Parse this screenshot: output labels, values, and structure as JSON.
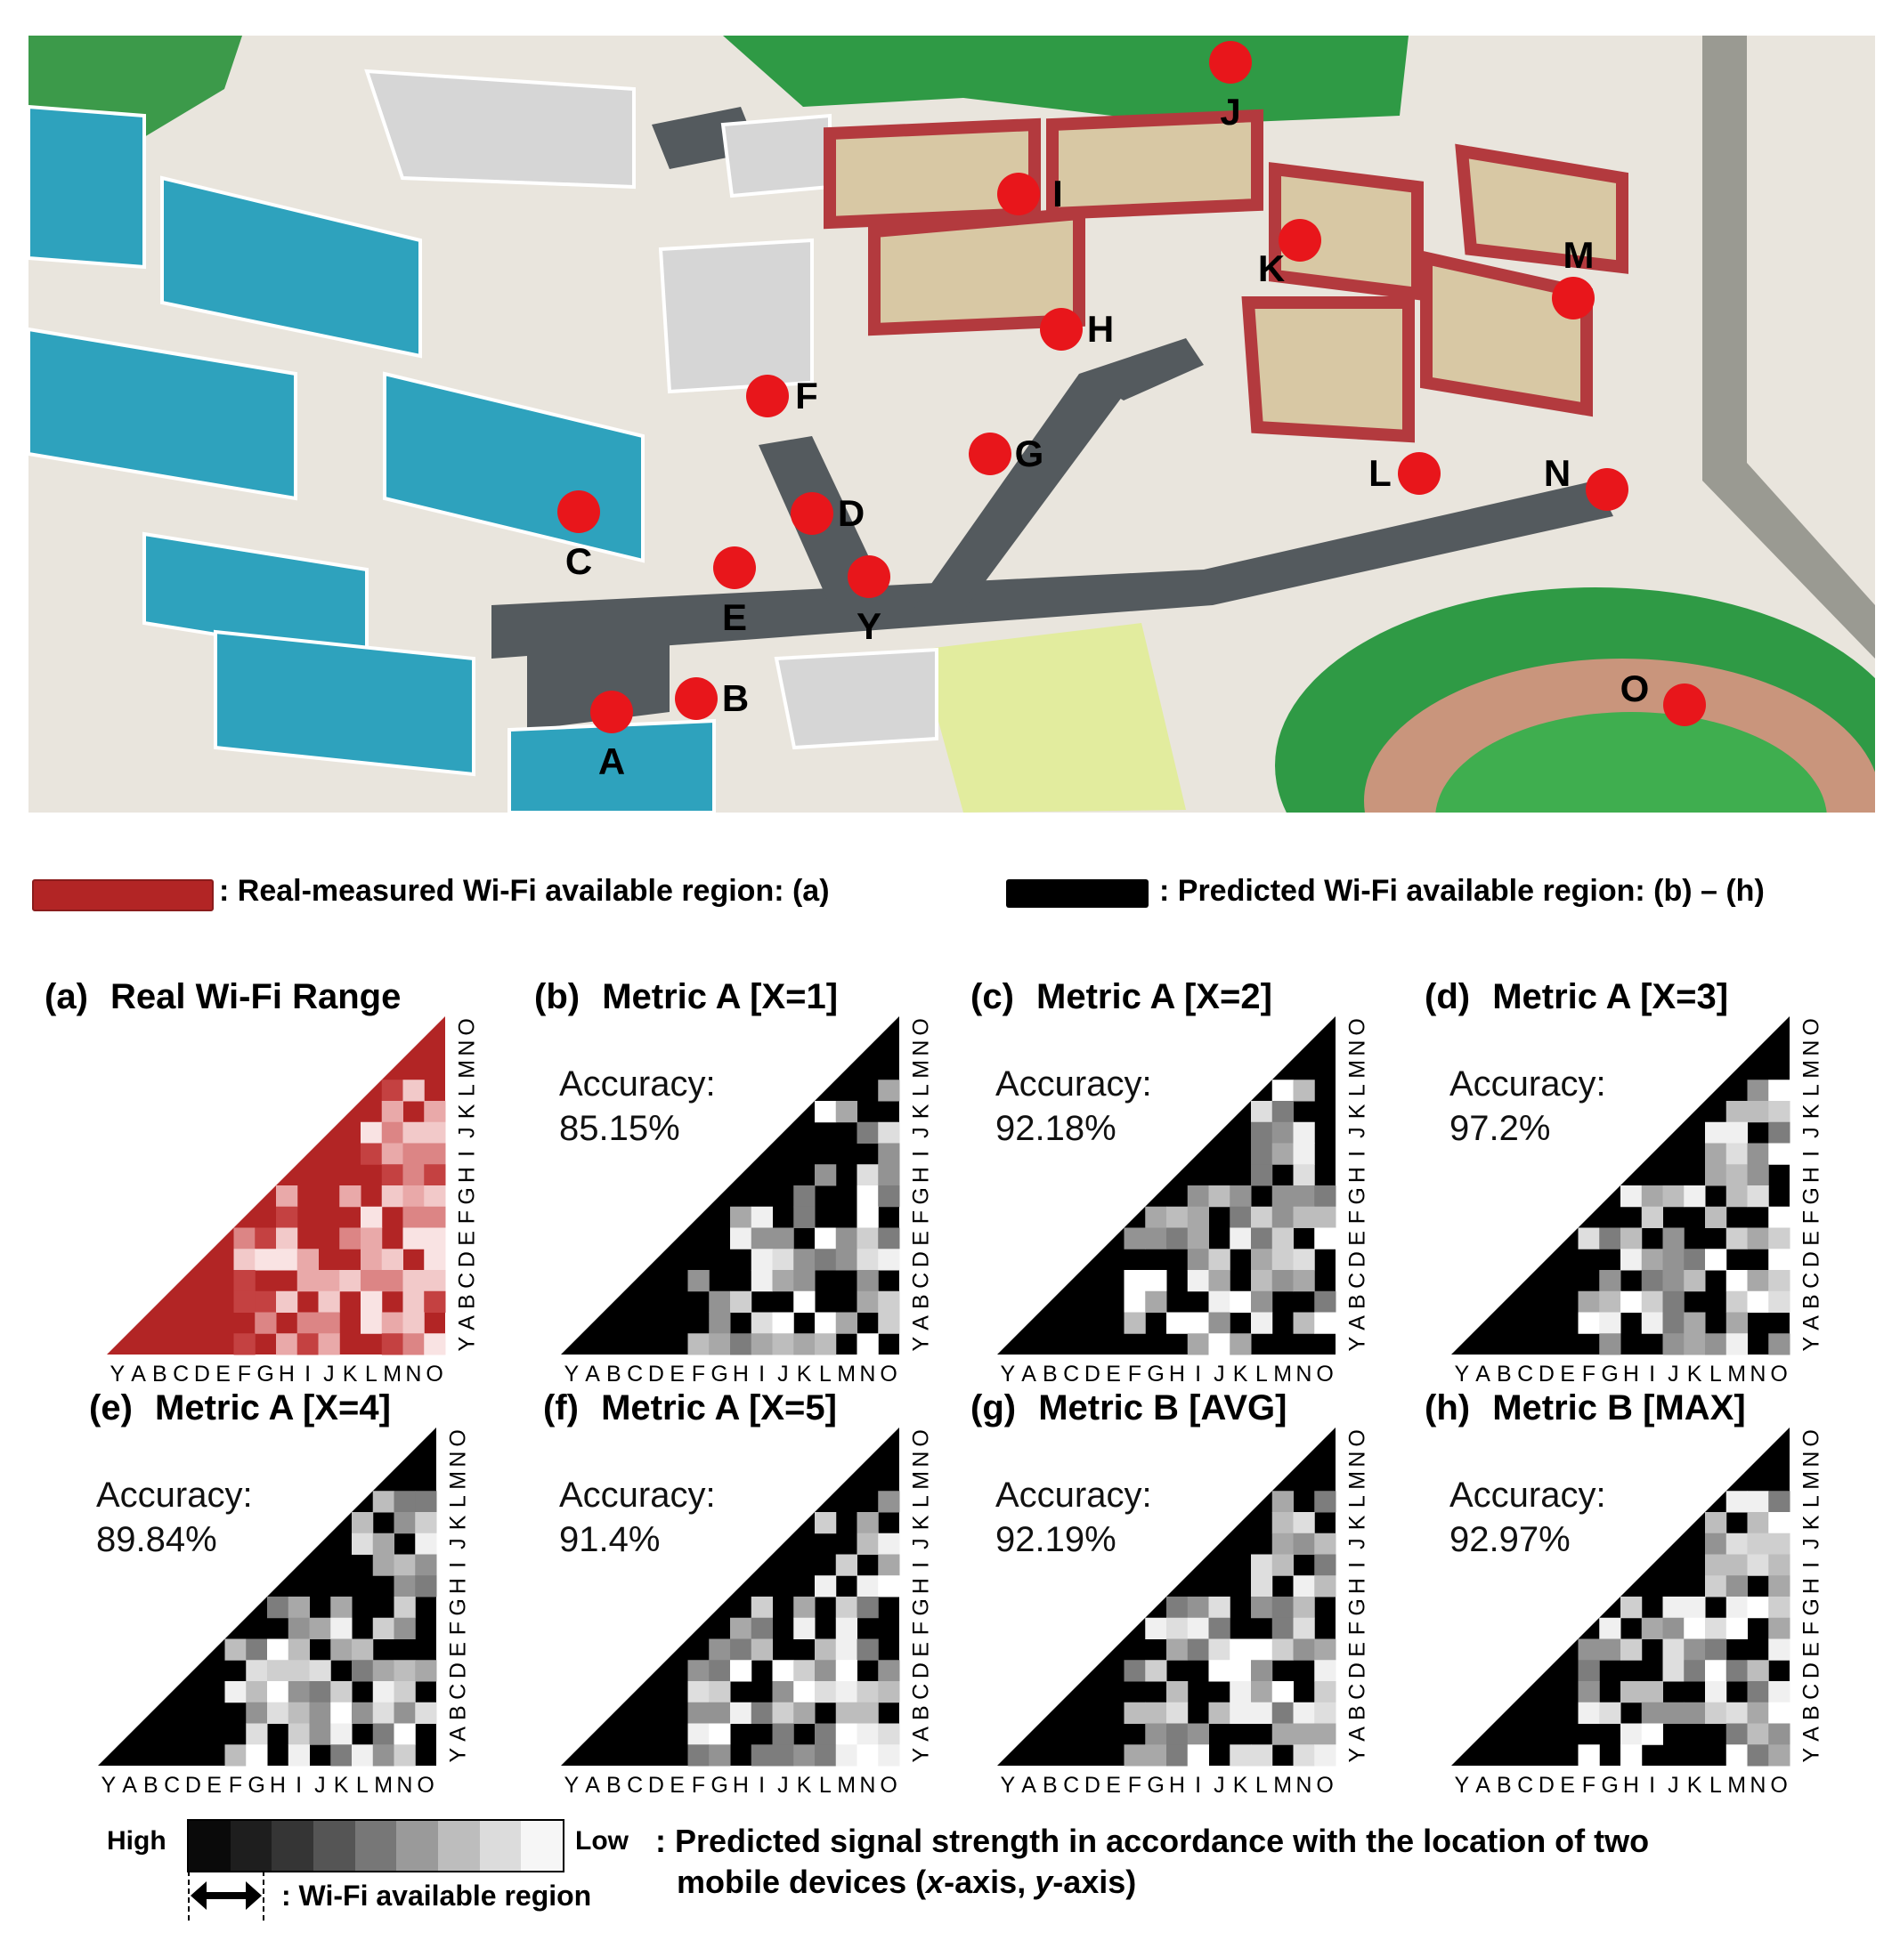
{
  "map": {
    "points": [
      {
        "id": "A"
      },
      {
        "id": "B"
      },
      {
        "id": "C"
      },
      {
        "id": "D"
      },
      {
        "id": "E"
      },
      {
        "id": "F"
      },
      {
        "id": "G"
      },
      {
        "id": "H"
      },
      {
        "id": "I"
      },
      {
        "id": "J"
      },
      {
        "id": "K"
      },
      {
        "id": "L"
      },
      {
        "id": "M"
      },
      {
        "id": "N"
      },
      {
        "id": "O"
      },
      {
        "id": "Y"
      }
    ],
    "point_color": "#e8161b"
  },
  "legend": {
    "real_color": "#b22525",
    "real_text": ": Real-measured Wi-Fi available region: (a)",
    "pred_color": "#000000",
    "pred_text": ": Predicted Wi-Fi available region: (b) – (h)"
  },
  "axis_labels": [
    "Y",
    "A",
    "B",
    "C",
    "D",
    "E",
    "F",
    "G",
    "H",
    "I",
    "J",
    "K",
    "L",
    "M",
    "N",
    "O"
  ],
  "panels": [
    {
      "letter": "(a)",
      "title": "Real Wi-Fi Range",
      "accuracy_label": "",
      "accuracy": "",
      "style": "real"
    },
    {
      "letter": "(b)",
      "title": "Metric A [X=1]",
      "accuracy_label": "Accuracy:",
      "accuracy": "85.15%",
      "style": "pred"
    },
    {
      "letter": "(c)",
      "title": "Metric A [X=2]",
      "accuracy_label": "Accuracy:",
      "accuracy": "92.18%",
      "style": "pred"
    },
    {
      "letter": "(d)",
      "title": "Metric A [X=3]",
      "accuracy_label": "Accuracy:",
      "accuracy": "97.2%",
      "style": "pred"
    },
    {
      "letter": "(e)",
      "title": "Metric A [X=4]",
      "accuracy_label": "Accuracy:",
      "accuracy": "89.84%",
      "style": "pred"
    },
    {
      "letter": "(f)",
      "title": "Metric A [X=5]",
      "accuracy_label": "Accuracy:",
      "accuracy": "91.4%",
      "style": "pred"
    },
    {
      "letter": "(g)",
      "title": "Metric B [AVG]",
      "accuracy_label": "Accuracy:",
      "accuracy": "92.19%",
      "style": "pred"
    },
    {
      "letter": "(h)",
      "title": "Metric B [MAX]",
      "accuracy_label": "Accuracy:",
      "accuracy": "92.97%",
      "style": "pred"
    }
  ],
  "scale": {
    "high": "High",
    "low": "Low",
    "colors": [
      "#0a0a0a",
      "#1e1e1e",
      "#353535",
      "#555555",
      "#777777",
      "#9a9a9a",
      "#bdbdbd",
      "#dcdcdc",
      "#f6f6f6"
    ],
    "region_text": ": Wi-Fi available region",
    "desc_line1": ": Predicted signal strength in accordance with the location of two",
    "desc_line2_pre": "mobile devices (",
    "desc_x": "x",
    "desc_mid": "-axis, ",
    "desc_y": "y",
    "desc_end": "-axis)"
  }
}
